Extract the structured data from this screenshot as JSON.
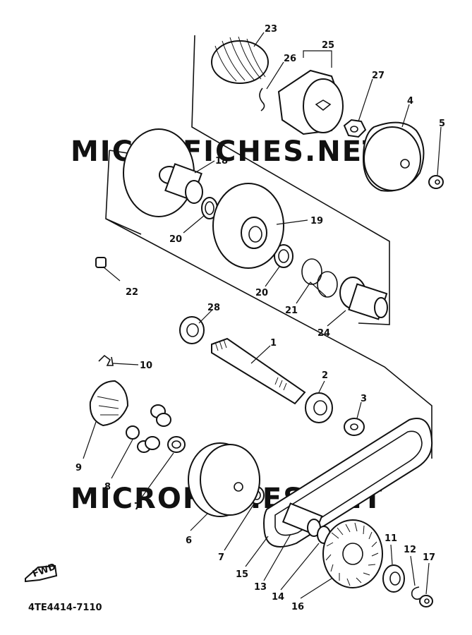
{
  "watermark": "MICROFICHES.NET",
  "diagram_code": "4TE4414-7110",
  "direction_label": "FWD",
  "callouts": [
    "23",
    "25",
    "26",
    "27",
    "4",
    "5",
    "18",
    "19",
    "20",
    "20",
    "21",
    "22",
    "24",
    "28",
    "1",
    "2",
    "3",
    "10",
    "9",
    "8",
    "7",
    "6",
    "7",
    "15",
    "13",
    "14",
    "16",
    "11",
    "12",
    "17"
  ]
}
